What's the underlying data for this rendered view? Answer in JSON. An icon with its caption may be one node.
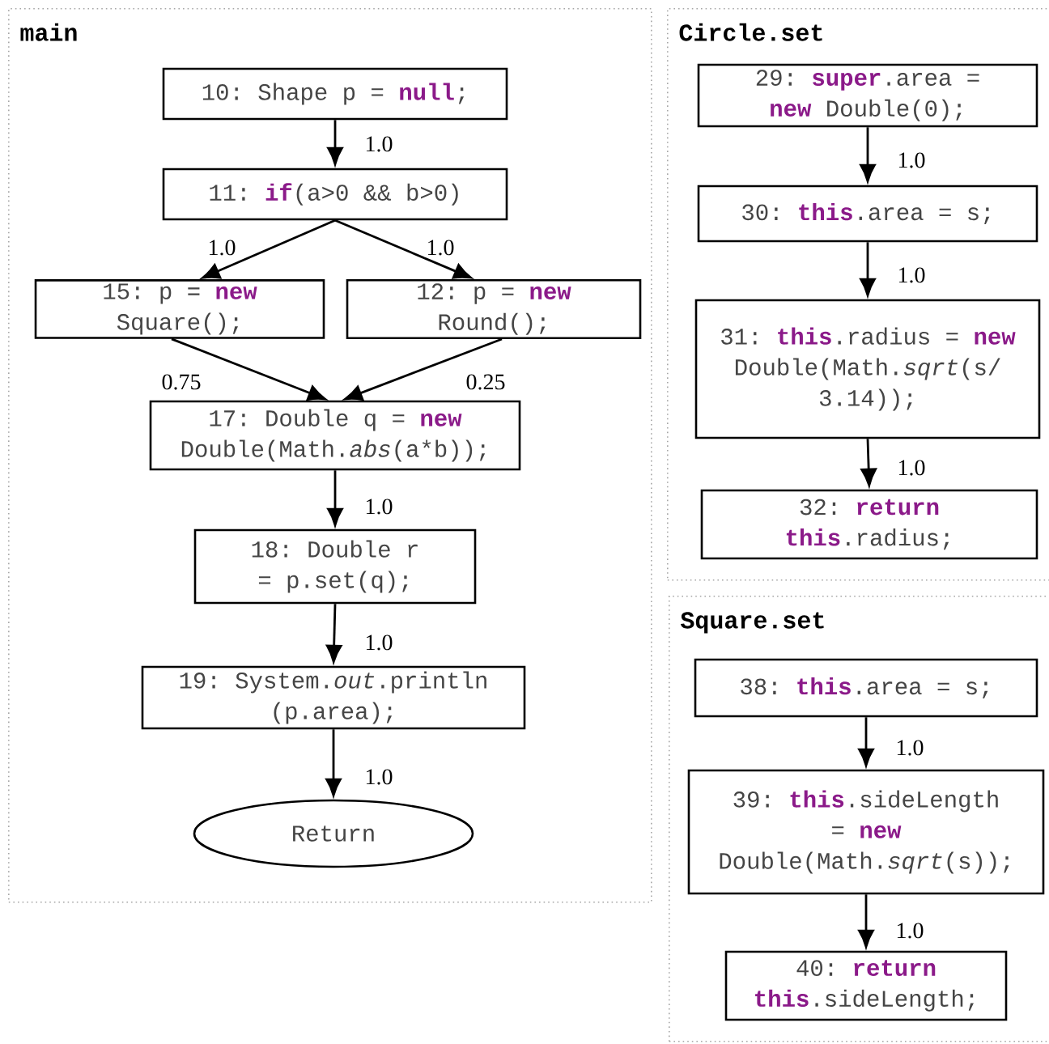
{
  "diagram": {
    "nodes": [
      {
        "text": [
          "main"
        ]
      },
      {
        "text": [
          "10: Shape p = **null**;"
        ],
        "in": 0
      },
      {
        "text": [
          "11: **if**(a>0 && b>0)"
        ],
        "in": 0
      },
      {
        "text": [
          "15: p = **new** Square();"
        ],
        "in": 0
      },
      {
        "text": [
          "12: p = **new** Round();"
        ],
        "in": 0
      },
      {
        "text": [
          "17: Double q = **new** Double(Math.*abs*(a*b));"
        ],
        "in": 0
      },
      {
        "text": [
          "18: Double r = p.set(q);"
        ],
        "in": 0
      },
      {
        "text": [
          "19: System.*out*.println (p.area);"
        ],
        "in": 0
      },
      {
        "text": [
          "Return"
        ],
        "in": 0
      },
      {
        "text": [
          "Circle.set"
        ]
      },
      {
        "text": [
          "29: **super**.area = **new** Double(0);"
        ],
        "in": 9
      },
      {
        "text": [
          "30: **this**.area = s;"
        ],
        "in": 9
      },
      {
        "text": [
          "31: **this**.radius = **new** Double(Math.*sqrt*(s/ 3.14));"
        ],
        "in": 9
      },
      {
        "text": [
          "32: **return this**.radius;"
        ],
        "in": 9
      },
      {
        "text": [
          "Square.set"
        ]
      },
      {
        "text": [
          "38: **this**.area = s;"
        ],
        "in": 14
      },
      {
        "text": [
          "39: **this**.sideLength = **new** Double(Math.*sqrt*(s));"
        ],
        "in": 14
      },
      {
        "text": [
          "40: **return this**.sideLength;"
        ],
        "in": 14
      }
    ],
    "edges": [
      {
        "from": 1,
        "to": 2,
        "arrow": "to",
        "label": "1.0"
      },
      {
        "from": 2,
        "to": 3,
        "arrow": "to",
        "label": "1.0"
      },
      {
        "from": 2,
        "to": 4,
        "arrow": "to",
        "label": "1.0"
      },
      {
        "from": 3,
        "to": 5,
        "arrow": "to",
        "label": "0.75"
      },
      {
        "from": 4,
        "to": 5,
        "arrow": "to",
        "label": "0.25"
      },
      {
        "from": 5,
        "to": 6,
        "arrow": "to",
        "label": "1.0"
      },
      {
        "from": 6,
        "to": 7,
        "arrow": "to",
        "label": "1.0"
      },
      {
        "from": 7,
        "to": 8,
        "arrow": "to",
        "label": "1.0"
      },
      {
        "from": 10,
        "to": 11,
        "arrow": "to",
        "label": "1.0"
      },
      {
        "from": 11,
        "to": 12,
        "arrow": "to",
        "label": "1.0"
      },
      {
        "from": 12,
        "to": 13,
        "arrow": "to",
        "label": "1.0"
      },
      {
        "from": 15,
        "to": 16,
        "arrow": "to",
        "label": "1.0"
      },
      {
        "from": 16,
        "to": 17,
        "arrow": "to",
        "label": "1.0"
      }
    ]
  }
}
